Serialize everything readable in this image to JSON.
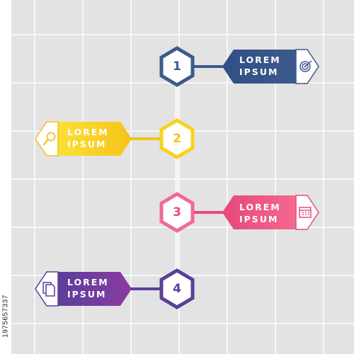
{
  "watermark_id": "1975657337",
  "steps": [
    {
      "number": "1",
      "line1": "LOREM",
      "line2": "IPSUM",
      "color": "#3d5a8c",
      "color_light": "#3d5a8c",
      "icon": "target-icon"
    },
    {
      "number": "2",
      "line1": "LOREM",
      "line2": "IPSUM",
      "color": "#f2c21b",
      "color_light": "#fde23a",
      "icon": "magnifier-icon"
    },
    {
      "number": "3",
      "line1": "LOREM",
      "line2": "IPSUM",
      "color": "#e94b7b",
      "color_light": "#f0688f",
      "icon": "calendar-icon"
    },
    {
      "number": "4",
      "line1": "LOREM",
      "line2": "IPSUM",
      "color": "#5b3f99",
      "color_light": "#8a3aa2",
      "icon": "document-icon"
    }
  ]
}
